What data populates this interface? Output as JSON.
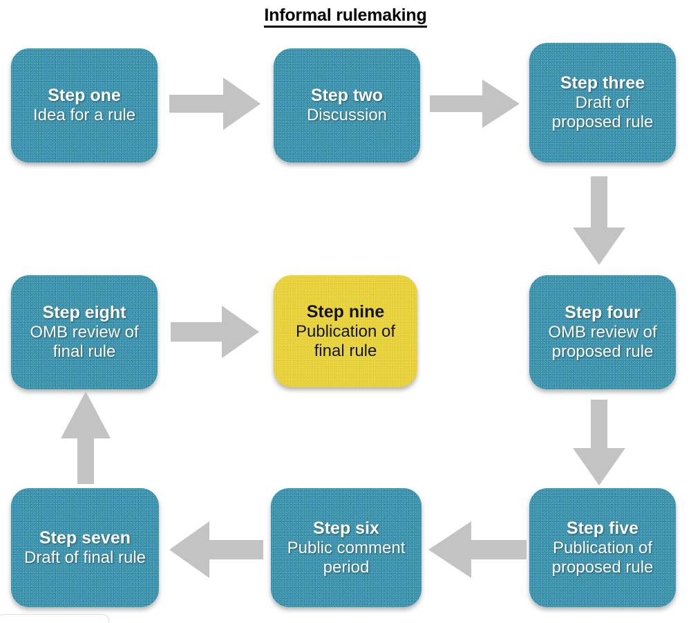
{
  "title": "Informal rulemaking",
  "colors": {
    "box_teal": "#3f90ab",
    "box_yellow": "#e6d03c",
    "arrow_gray": "#c3c3c3",
    "text_light": "#ffffff",
    "text_dark": "#141414",
    "background": "#ffffff"
  },
  "steps": [
    {
      "id": "step-one",
      "title": "Step one",
      "desc_line1": "Idea for a rule",
      "desc_line2": "",
      "color": "teal"
    },
    {
      "id": "step-two",
      "title": "Step two",
      "desc_line1": "Discussion",
      "desc_line2": "",
      "color": "teal"
    },
    {
      "id": "step-three",
      "title": "Step three",
      "desc_line1": "Draft of",
      "desc_line2": "proposed rule",
      "color": "teal"
    },
    {
      "id": "step-four",
      "title": "Step four",
      "desc_line1": "OMB review of",
      "desc_line2": "proposed rule",
      "color": "teal"
    },
    {
      "id": "step-five",
      "title": "Step five",
      "desc_line1": "Publication of",
      "desc_line2": "proposed rule",
      "color": "teal"
    },
    {
      "id": "step-six",
      "title": "Step six",
      "desc_line1": "Public comment",
      "desc_line2": "period",
      "color": "teal"
    },
    {
      "id": "step-seven",
      "title": "Step seven",
      "desc_line1": "Draft of final rule",
      "desc_line2": "",
      "color": "teal"
    },
    {
      "id": "step-eight",
      "title": "Step eight",
      "desc_line1": "OMB review of",
      "desc_line2": "final rule",
      "color": "teal"
    },
    {
      "id": "step-nine",
      "title": "Step nine",
      "desc_line1": "Publication of",
      "desc_line2": "final rule",
      "color": "yellow"
    }
  ],
  "arrows": [
    {
      "id": "arrow-one-to-two",
      "direction": "right",
      "from": "Step one",
      "to": "Step two"
    },
    {
      "id": "arrow-two-to-three",
      "direction": "right",
      "from": "Step two",
      "to": "Step three"
    },
    {
      "id": "arrow-three-to-four",
      "direction": "down",
      "from": "Step three",
      "to": "Step four"
    },
    {
      "id": "arrow-four-to-five",
      "direction": "down",
      "from": "Step four",
      "to": "Step five"
    },
    {
      "id": "arrow-five-to-six",
      "direction": "left",
      "from": "Step five",
      "to": "Step six"
    },
    {
      "id": "arrow-six-to-seven",
      "direction": "left",
      "from": "Step six",
      "to": "Step seven"
    },
    {
      "id": "arrow-seven-to-eight",
      "direction": "up",
      "from": "Step seven",
      "to": "Step eight"
    },
    {
      "id": "arrow-eight-to-nine",
      "direction": "right",
      "from": "Step eight",
      "to": "Step nine"
    }
  ]
}
